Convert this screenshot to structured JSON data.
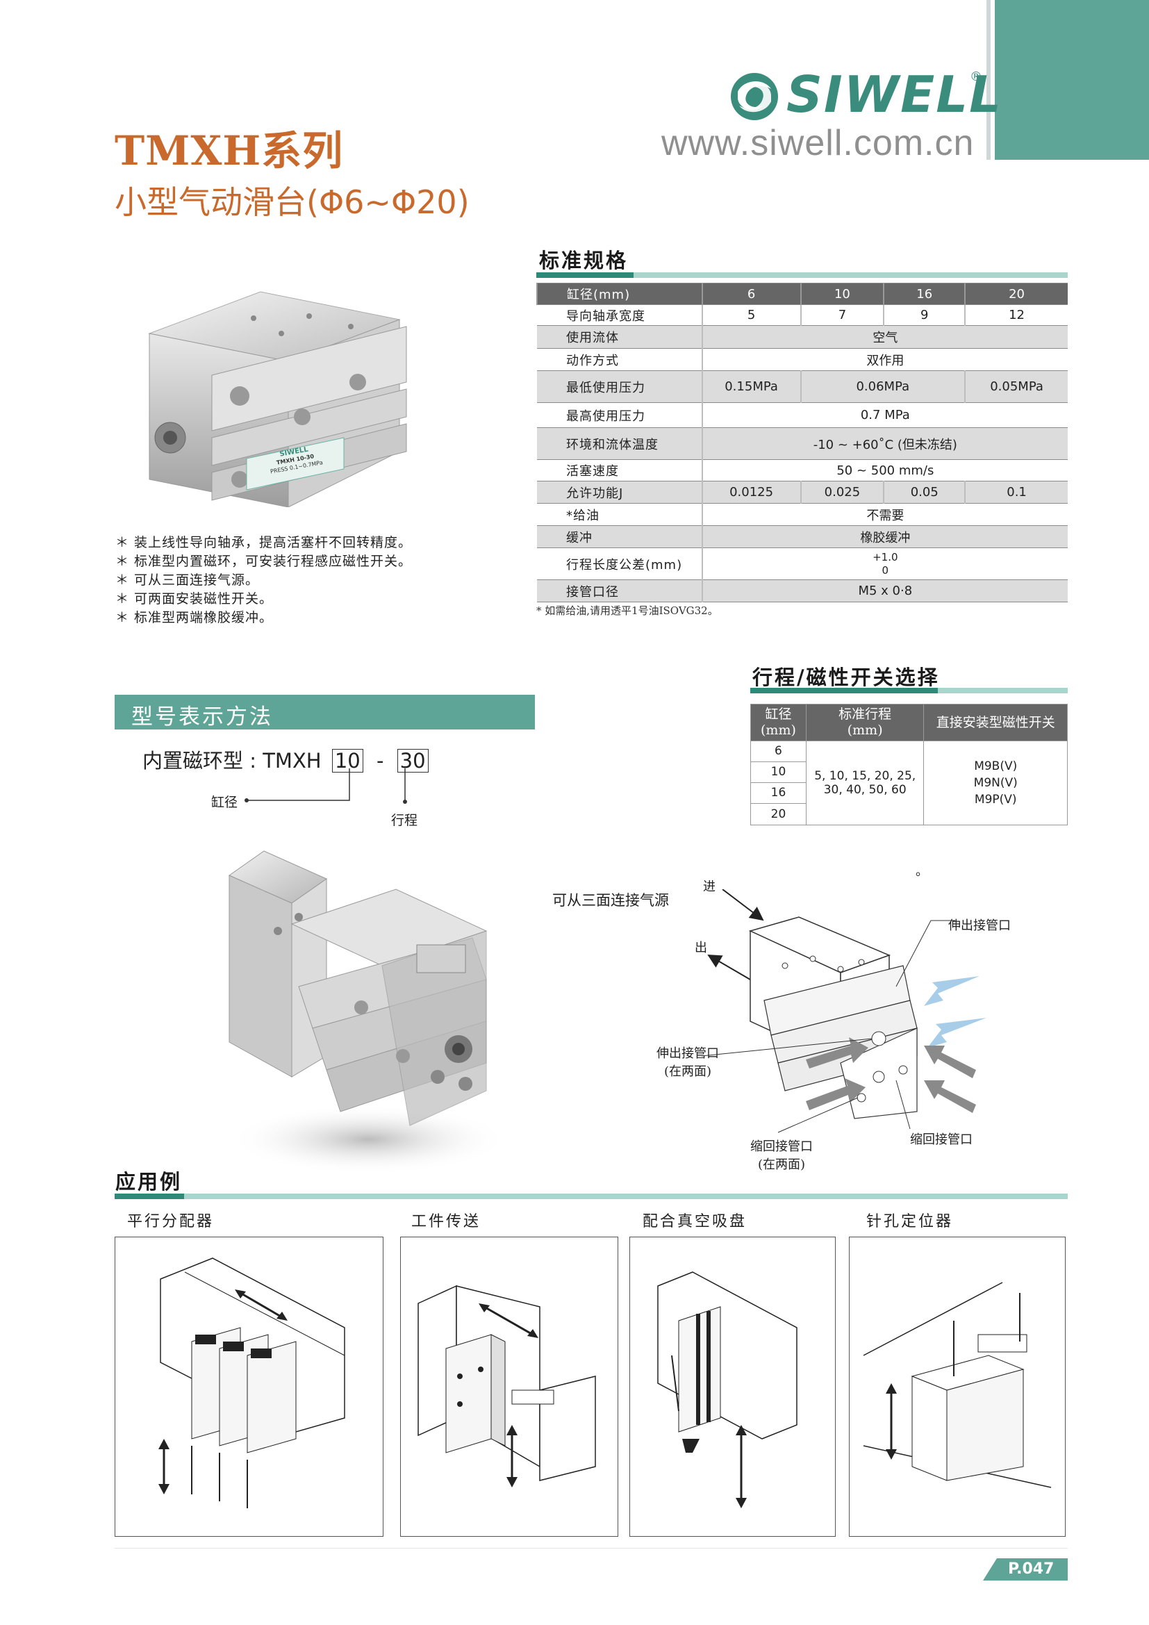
{
  "brand": {
    "name": "SIWELL",
    "registered": "®",
    "url": "www.siwell.com.cn"
  },
  "header": {
    "title": "TMXH系列",
    "subtitle": "小型气动滑台(Φ6~Φ20)"
  },
  "product_label": {
    "brand": "SIWELL",
    "model": "TMXH 10-30",
    "press": "PRESS 0.1~0.7MPa"
  },
  "features": [
    "＊ 装上线性导向轴承，提高活塞杆不回转精度。",
    "＊ 标准型内置磁环，可安装行程感应磁性开关。",
    "＊ 可从三面连接气源。",
    "＊ 可两面安装磁性开关。",
    "＊ 标准型两端橡胶缓冲。"
  ],
  "spec": {
    "heading": "标准规格",
    "header": [
      "缸径(mm)",
      "6",
      "10",
      "16",
      "20"
    ],
    "rows": {
      "bearing": {
        "label": "导向轴承宽度",
        "values": [
          "5",
          "7",
          "9",
          "12"
        ]
      },
      "fluid": {
        "label": "使用流体",
        "value": "空气"
      },
      "action": {
        "label": "动作方式",
        "value": "双作用"
      },
      "min_pressure": {
        "label": "最低使用压力",
        "values": [
          "0.15MPa",
          "0.06MPa",
          "0.05MPa"
        ]
      },
      "max_pressure": {
        "label": "最高使用压力",
        "value": "0.7 MPa"
      },
      "temperature": {
        "label": "环境和流体温度",
        "value": "-10 ~ +60˚C (但未冻结)"
      },
      "speed": {
        "label": "活塞速度",
        "value": "50 ~ 500 mm/s"
      },
      "energy": {
        "label": "允许功能J",
        "values": [
          "0.0125",
          "0.025",
          "0.05",
          "0.1"
        ]
      },
      "lube": {
        "label": "*给油",
        "value": "不需要"
      },
      "cushion": {
        "label": "缓冲",
        "value": "橡胶缓冲"
      },
      "tolerance": {
        "label": "行程长度公差(mm)",
        "upper": "+1.0",
        "lower": "0"
      },
      "port": {
        "label": "接管口径",
        "value": "M5 x 0·8"
      }
    },
    "note": "* 如需给油,请用透平1号油ISOVG32。"
  },
  "selection": {
    "heading": "行程/磁性开关选择",
    "headers": {
      "bore": "缸径\n(mm)",
      "stroke": "标准行程\n(mm)",
      "switch": "直接安装型磁性开关"
    },
    "bores": [
      "6",
      "10",
      "16",
      "20"
    ],
    "strokes": "5, 10, 15, 20, 25,\n30, 40, 50, 60",
    "switches": [
      "M9B(V)",
      "M9N(V)",
      "M9P(V)"
    ]
  },
  "model_code": {
    "heading": "型号表示方法",
    "prefix": "内置磁环型 : TMXH",
    "bore_box": "10",
    "dash": "-",
    "stroke_box": "30",
    "bore_label": "缸径",
    "stroke_label": "行程"
  },
  "diagram": {
    "title": "可从三面连接气源",
    "in": "进",
    "out": "出",
    "extend_port_1": "伸出接管口",
    "extend_port_2": "伸出接管口",
    "extend_port_2_sub": "(在两面)",
    "retract_port_1": "缩回接管口",
    "retract_port_1_sub": "(在两面)",
    "retract_port_2": "缩回接管口",
    "dot": "。"
  },
  "applications": {
    "heading": "应用例",
    "items": [
      "平行分配器",
      "工件传送",
      "配合真空吸盘",
      "针孔定位器"
    ]
  },
  "page_number": "P.047",
  "colors": {
    "accent_teal": "#5fa597",
    "title_orange": "#c9692b",
    "table_header": "#666666",
    "table_shade": "#dcdcdc"
  }
}
